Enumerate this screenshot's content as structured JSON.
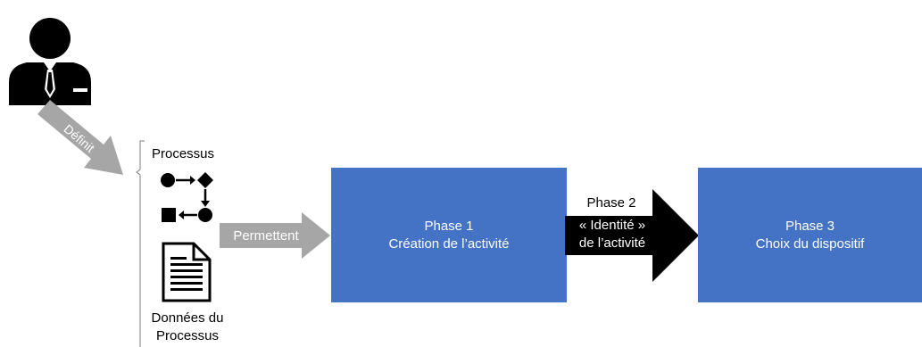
{
  "actor": {
    "icon": "businessman-icon"
  },
  "arrow_defines": {
    "label": "Définit"
  },
  "process": {
    "label": "Processus",
    "icon": "process-flow-icon"
  },
  "data": {
    "icon": "document-icon",
    "label_line1": "Données du",
    "label_line2": "Processus"
  },
  "arrow_enables": {
    "label": "Permettent"
  },
  "phase1": {
    "title": "Phase 1",
    "subtitle": "Création de l’activité",
    "color": "#4472c4"
  },
  "phase2": {
    "title": "Phase 2",
    "line2": "« Identité »",
    "line3": "de l’activité",
    "color": "#000000"
  },
  "phase3": {
    "title": "Phase 3",
    "subtitle": "Choix du dispositif",
    "color": "#4472c4"
  },
  "arrow_color": "#a6a6a6"
}
